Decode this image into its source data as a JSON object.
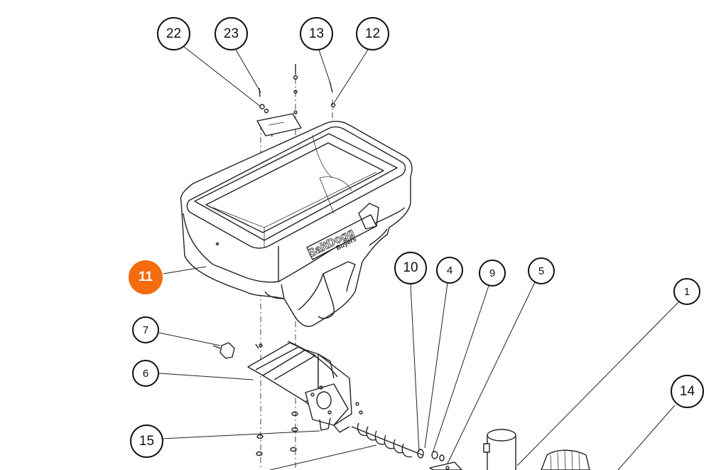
{
  "diagram": {
    "colors": {
      "line": "#222222",
      "highlight": "#f36c0f",
      "background": "#ffffff"
    },
    "logo_text": "SaltDogg",
    "logo_subtext": "Buyers",
    "callouts": [
      {
        "id": "22",
        "label": "22",
        "size": "lg"
      },
      {
        "id": "23",
        "label": "23",
        "size": "lg"
      },
      {
        "id": "13",
        "label": "13",
        "size": "lg"
      },
      {
        "id": "12",
        "label": "12",
        "size": "lg"
      },
      {
        "id": "11",
        "label": "11",
        "size": "lg",
        "highlighted": true
      },
      {
        "id": "10",
        "label": "10",
        "size": "lg"
      },
      {
        "id": "4",
        "label": "4",
        "size": "sm"
      },
      {
        "id": "9",
        "label": "9",
        "size": "sm"
      },
      {
        "id": "5",
        "label": "5",
        "size": "sm"
      },
      {
        "id": "1",
        "label": "1",
        "size": "sm"
      },
      {
        "id": "7",
        "label": "7",
        "size": "sm"
      },
      {
        "id": "6",
        "label": "6",
        "size": "sm"
      },
      {
        "id": "14",
        "label": "14",
        "size": "lg"
      },
      {
        "id": "15",
        "label": "15",
        "size": "lg"
      }
    ]
  }
}
